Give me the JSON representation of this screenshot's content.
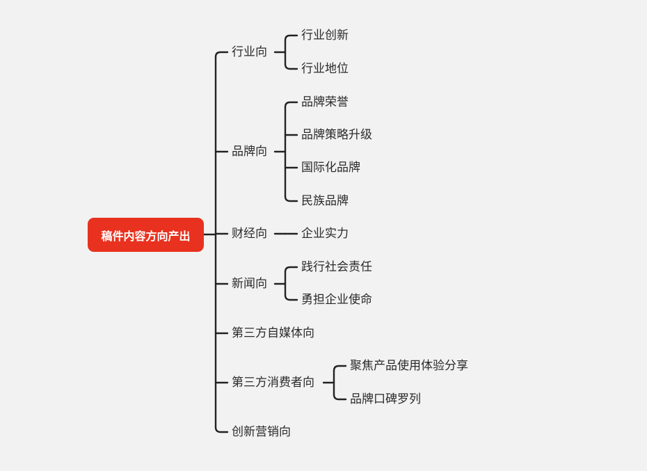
{
  "root": {
    "label": "稿件内容方向产出",
    "color": "#e8321f"
  },
  "branches": [
    {
      "label": "行业向",
      "children": [
        "行业创新",
        "行业地位"
      ]
    },
    {
      "label": "品牌向",
      "children": [
        "品牌荣誉",
        "品牌策略升级",
        "国际化品牌",
        "民族品牌"
      ]
    },
    {
      "label": "财经向",
      "children": [
        "企业实力"
      ]
    },
    {
      "label": "新闻向",
      "children": [
        "践行社会责任",
        "勇担企业使命"
      ]
    },
    {
      "label": "第三方自媒体向",
      "children": []
    },
    {
      "label": "第三方消费者向",
      "children": [
        "聚焦产品使用体验分享",
        "品牌口碑罗列"
      ]
    },
    {
      "label": "创新营销向",
      "children": []
    }
  ],
  "style": {
    "background": "#f2f2f2",
    "line_color": "#222222",
    "text_color": "#2a2a2a"
  }
}
